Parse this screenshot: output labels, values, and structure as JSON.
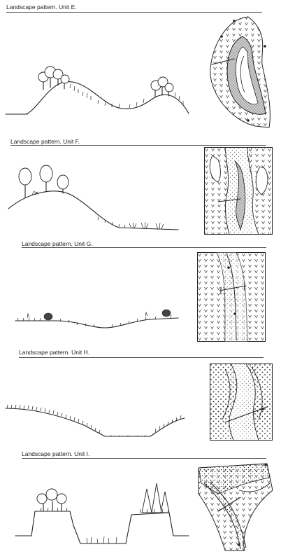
{
  "units": [
    {
      "title": "Landscape pattern. Unit E."
    },
    {
      "title": "Landscape pattern. Unit F."
    },
    {
      "title": "Landscape pattern. Unit G."
    },
    {
      "title": "Landscape pattern. Unit H."
    },
    {
      "title": "Landscape pattern. Unit I."
    }
  ]
}
